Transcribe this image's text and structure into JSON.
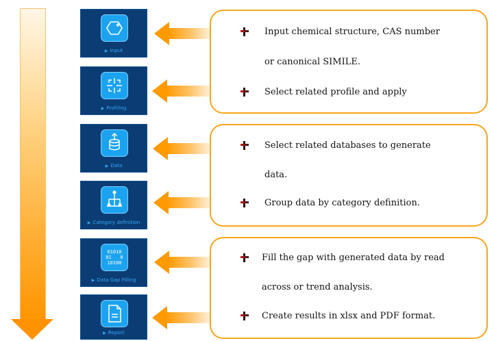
{
  "steps": [
    {
      "label": "Input",
      "icon": "hexagon-plus-icon"
    },
    {
      "label": "Profiling",
      "icon": "focus-frame-icon"
    },
    {
      "label": "Data",
      "icon": "database-upload-icon"
    },
    {
      "label": "Category definition",
      "icon": "hierarchy-icon"
    },
    {
      "label": "Data Gap Filling",
      "icon": "binary-digits-icon",
      "digits": [
        "01010",
        "01   0",
        "10100"
      ]
    },
    {
      "label": "Report",
      "icon": "document-icon"
    }
  ],
  "callouts": [
    {
      "lines": [
        {
          "bullet": true,
          "text": "Input chemical structure, CAS number"
        },
        {
          "bullet": false,
          "text": "or canonical SIMILE."
        },
        {
          "bullet": true,
          "text": "Select related profile and apply"
        }
      ]
    },
    {
      "lines": [
        {
          "bullet": true,
          "text": "Select related databases to generate"
        },
        {
          "bullet": false,
          "text": "data."
        },
        {
          "bullet": true,
          "text": "Group data by category definition."
        }
      ]
    },
    {
      "lines": [
        {
          "bullet": true,
          "text": "Fill the gap with generated data by read"
        },
        {
          "bullet": false,
          "text": "across or trend analysis."
        },
        {
          "bullet": true,
          "text": "Create results in xlsx and PDF format."
        }
      ]
    }
  ],
  "colors": {
    "tile": "#0b3d74",
    "icon": "#1ca3f0",
    "arrow": "#ff9a00",
    "border": "#f8a519"
  }
}
